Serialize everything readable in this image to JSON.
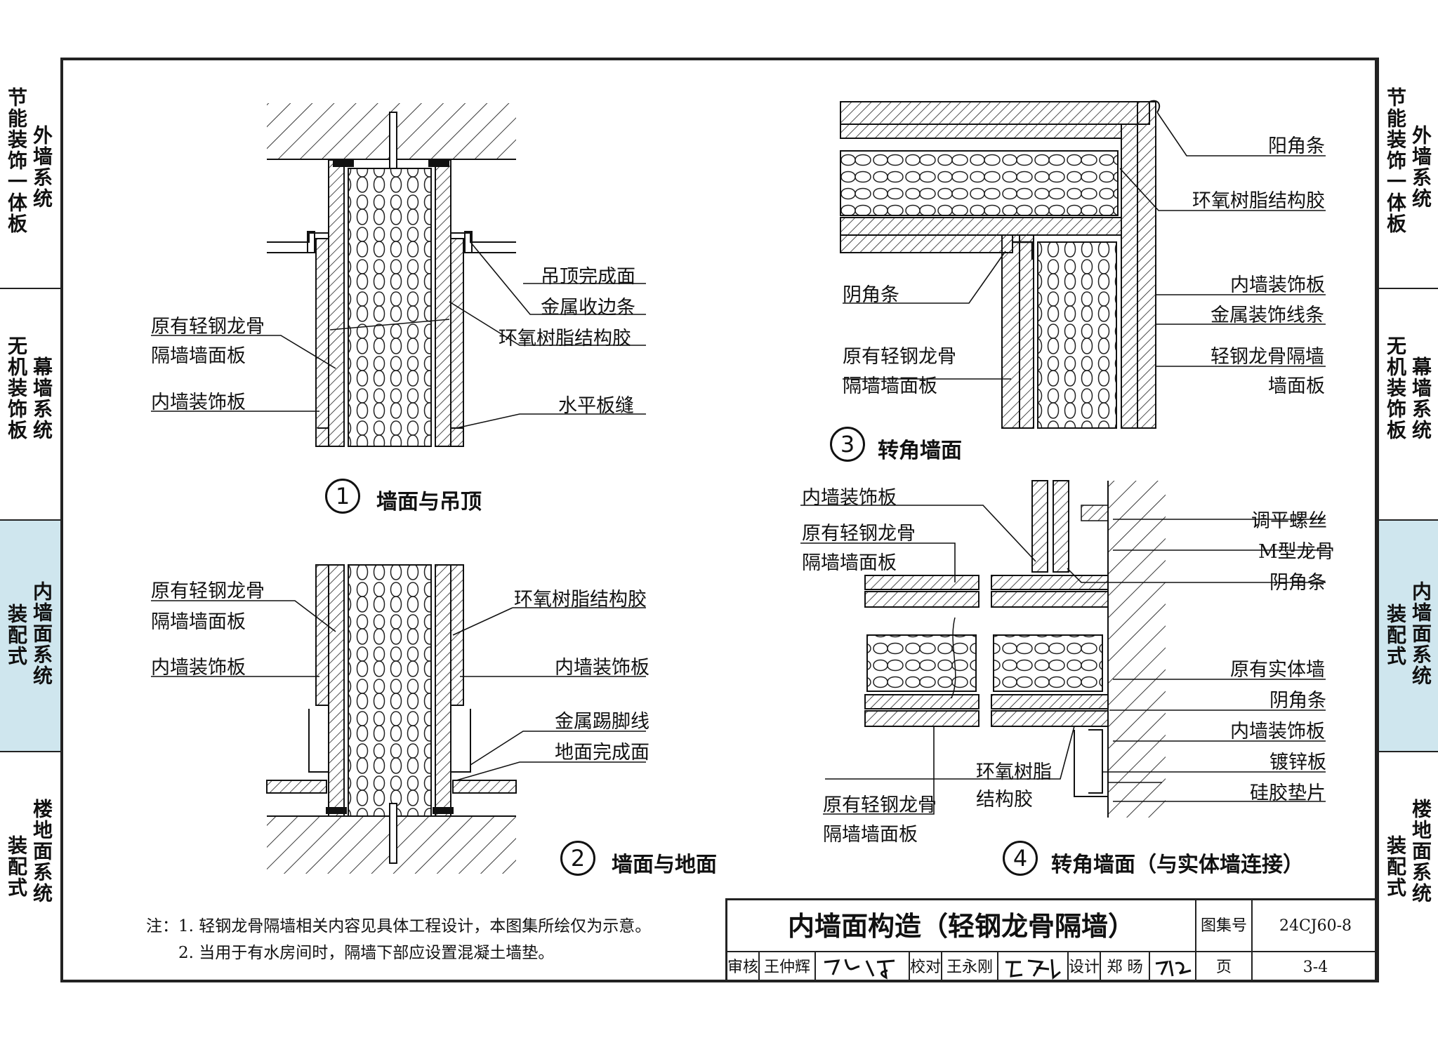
{
  "sidebar_left": {
    "tabs": [
      {
        "col1": "节能装饰一体板",
        "col2": "外墙系统",
        "active": false
      },
      {
        "col1": "无机装饰板",
        "col2": "幕墙系统",
        "active": false
      },
      {
        "col1": "装配式",
        "col2": "内墙面系统",
        "active": true
      },
      {
        "col1": "装配式",
        "col2": "楼地面系统",
        "active": false
      }
    ]
  },
  "sidebar_right": {
    "tabs": [
      {
        "col1": "节能装饰一体板",
        "col2": "外墙系统",
        "active": false
      },
      {
        "col1": "无机装饰板",
        "col2": "幕墙系统",
        "active": false
      },
      {
        "col1": "装配式",
        "col2": "内墙面系统",
        "active": true
      },
      {
        "col1": "装配式",
        "col2": "楼地面系统",
        "active": false
      }
    ]
  },
  "details": {
    "d1": {
      "number": "1",
      "title": "墙面与吊顶",
      "labels_left": [
        "原有轻钢龙骨",
        "隔墙墙面板",
        "内墙装饰板"
      ],
      "labels_right": [
        "吊顶完成面",
        "金属收边条",
        "环氧树脂结构胶",
        "水平板缝"
      ]
    },
    "d2": {
      "number": "2",
      "title": "墙面与地面",
      "labels_left": [
        "原有轻钢龙骨",
        "隔墙墙面板",
        "内墙装饰板"
      ],
      "labels_right": [
        "环氧树脂结构胶",
        "内墙装饰板",
        "金属踢脚线",
        "地面完成面"
      ]
    },
    "d3": {
      "number": "3",
      "title": "转角墙面",
      "labels_left": [
        "阴角条",
        "原有轻钢龙骨",
        "隔墙墙面板"
      ],
      "labels_right": [
        "阳角条",
        "环氧树脂结构胶",
        "内墙装饰板",
        "金属装饰线条",
        "轻钢龙骨隔墙",
        "墙面板"
      ]
    },
    "d4": {
      "number": "4",
      "title": "转角墙面（与实体墙连接）",
      "labels_left": [
        "内墙装饰板",
        "原有轻钢龙骨",
        "隔墙墙面板",
        "环氧树脂",
        "结构胶",
        "原有轻钢龙骨",
        "隔墙墙面板"
      ],
      "labels_right": [
        "调平螺丝",
        "M型龙骨",
        "阴角条",
        "原有实体墙",
        "阴角条",
        "内墙装饰板",
        "镀锌板",
        "硅胶垫片"
      ]
    }
  },
  "notes": {
    "n1": "注：1. 轻钢龙骨隔墙相关内容见具体工程设计，本图集所绘仅为示意。",
    "n2": "2. 当用于有水房间时，隔墙下部应设置混凝土墙垫。"
  },
  "titleblock": {
    "title": "内墙面构造（轻钢龙骨隔墙）",
    "atlas_label": "图集号",
    "atlas_no": "24CJ60-8",
    "review_label": "审核",
    "reviewer": "王仲辉",
    "check_label": "校对",
    "checker": "王永刚",
    "design_label": "设计",
    "designer": "郑 旸",
    "page_label": "页",
    "page_no": "3-4"
  }
}
